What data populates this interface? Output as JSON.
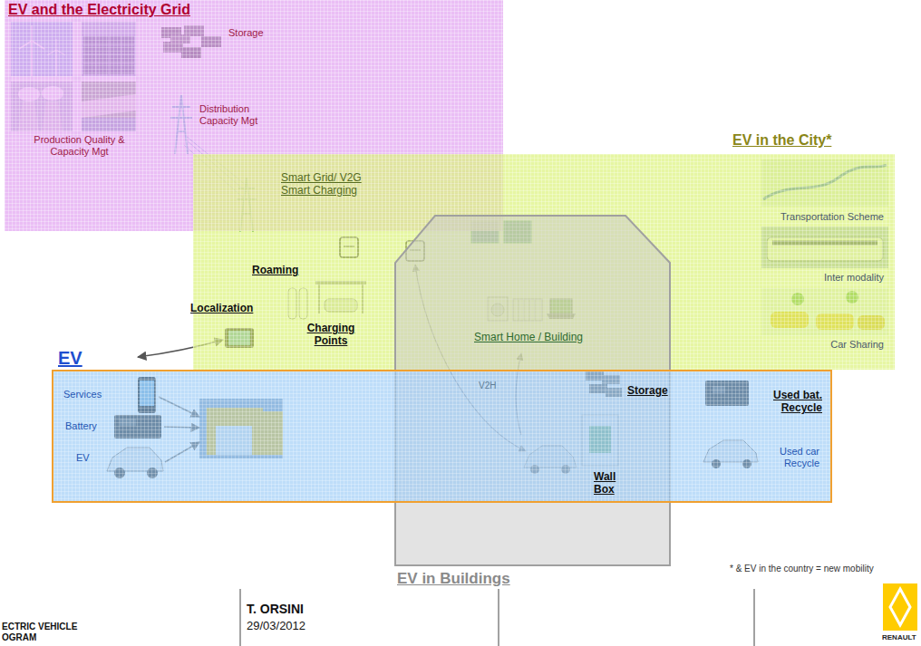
{
  "diagram": {
    "nodes": [
      {
        "text": [
          "EV and the Electricity Grid",
          "Storage",
          "Distribution Capacity Mgt",
          "Production Quality & Capacity Mgt"
        ]
      },
      {
        "text": [
          "EV in the City*",
          "Smart Grid/ V2G Smart Charging",
          "Roaming",
          "Localization",
          "Charging Points",
          "Transportation Scheme",
          "Inter modality",
          "Car Sharing"
        ]
      },
      {
        "text": [
          "EV in Buildings",
          "Smart Home / Building",
          "V2H"
        ]
      },
      {
        "text": [
          "EV",
          "Services",
          "Battery",
          "EV",
          "Storage",
          "Used bat. Recycle",
          "Used car Recycle",
          "Wall Box"
        ]
      }
    ],
    "labels": [
      "* & EV in the country = new mobility",
      "ECTRIC VEHICLE",
      "OGRAM",
      "T. ORSINI",
      "29/03/2012",
      "RENAULT"
    ]
  }
}
